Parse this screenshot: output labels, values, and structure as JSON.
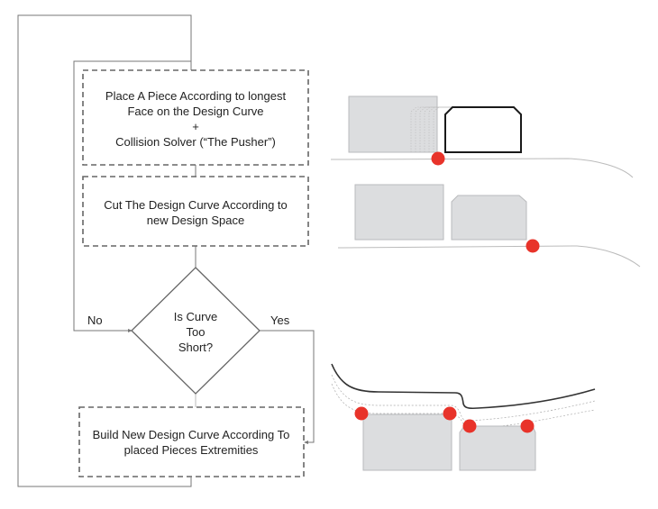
{
  "flowchart": {
    "steps": [
      {
        "id": "place-piece",
        "lines": [
          "Place A Piece According to longest",
          "Face on the Design Curve",
          "+",
          "Collision Solver (“The Pusher”)"
        ]
      },
      {
        "id": "cut-curve",
        "lines": [
          "Cut The Design Curve According to",
          "new Design Space"
        ]
      },
      {
        "id": "build-curve",
        "lines": [
          "Build New Design Curve According To",
          "placed Pieces Extremities"
        ]
      }
    ],
    "decision": {
      "lines": [
        "Is Curve",
        "Too",
        "Short?"
      ],
      "no_label": "No",
      "yes_label": "Yes"
    }
  },
  "colors": {
    "line": "#777777",
    "dash": "#666666",
    "piece_fill": "#dcdddf",
    "piece_stroke": "#b9babc",
    "active_stroke": "#1a1a1a",
    "marker": "#e8332a",
    "curve": "#bbbbbb",
    "dark_curve": "#333333"
  }
}
